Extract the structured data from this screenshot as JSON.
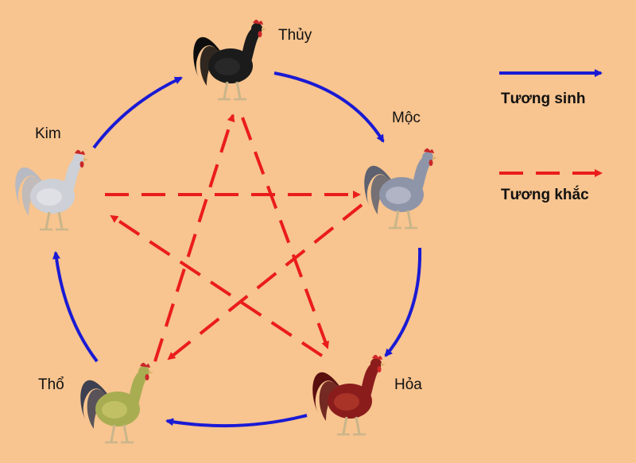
{
  "nodes": [
    {
      "id": "thuy",
      "label": "Thủy",
      "body": "#1b1b1b",
      "tail": "#0d0d0d",
      "wing": "#2c2c2c",
      "comb": "#c8282a"
    },
    {
      "id": "moc",
      "label": "Mộc",
      "body": "#8f95a8",
      "tail": "#5d6170",
      "wing": "#b8bccb",
      "comb": "#c8282a"
    },
    {
      "id": "hoa",
      "label": "Hỏa",
      "body": "#8a1c1c",
      "tail": "#5a0f0f",
      "wing": "#b03a2a",
      "comb": "#d02a2a"
    },
    {
      "id": "tho",
      "label": "Thổ",
      "body": "#a9ad52",
      "tail": "#3d4050",
      "wing": "#c7c46a",
      "comb": "#c8282a"
    },
    {
      "id": "kim",
      "label": "Kim",
      "body": "#cdd0d6",
      "tail": "#b7bac2",
      "wing": "#e2e4e8",
      "comb": "#c8282a"
    }
  ],
  "legend": {
    "sinh_label": "Tương sinh",
    "khac_label": "Tương khắc",
    "sinh_color": "#1a1ad4",
    "khac_color": "#ea1c1c"
  },
  "sinh_cycle": [
    "thuy",
    "moc",
    "hoa",
    "tho",
    "kim"
  ],
  "khac_pairs": [
    [
      "thuy",
      "hoa"
    ],
    [
      "hoa",
      "kim"
    ],
    [
      "kim",
      "moc"
    ],
    [
      "moc",
      "tho"
    ],
    [
      "tho",
      "thuy"
    ]
  ]
}
